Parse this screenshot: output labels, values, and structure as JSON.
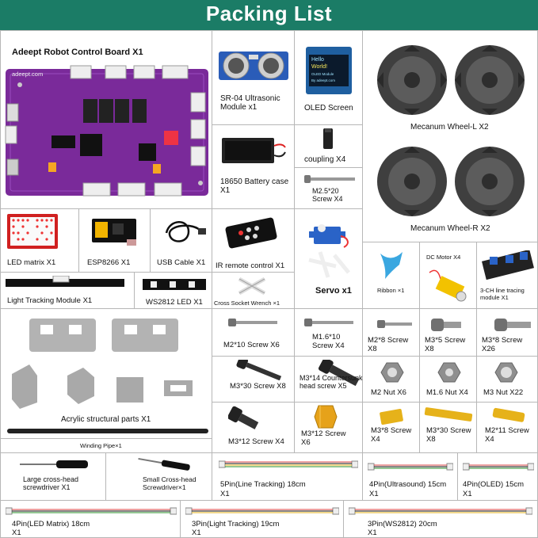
{
  "header": {
    "title": "Packing List"
  },
  "items": {
    "control_board": {
      "title": "Adeept Robot Control Board",
      "qty": "X1",
      "brand": "adeept.com"
    },
    "ultrasonic": {
      "label": "SR-04 Ultrasonic Module x1"
    },
    "oled": {
      "label": "OLED Screen",
      "screen_line1": "Hello",
      "screen_line2": "World!",
      "screen_line3": "OLED Module",
      "screen_line4": "By adeept.com"
    },
    "mecanum_l": {
      "label": "Mecanum Wheel-L  X2"
    },
    "mecanum_r": {
      "label": "Mecanum Wheel-R  X2"
    },
    "coupling": {
      "label": "coupling X4"
    },
    "battery_case": {
      "label": "18650 Battery case X1"
    },
    "m25_screw": {
      "label": "M2.5*20 Screw X4"
    },
    "led_matrix": {
      "label": "LED matrix  X1"
    },
    "esp8266": {
      "label": "ESP8266  X1"
    },
    "usb_cable": {
      "label": "USB Cable  X1"
    },
    "ir_remote": {
      "label": "IR remote control  X1"
    },
    "servo": {
      "label": "Servo x1"
    },
    "ribbon": {
      "label": "Ribbon ×1"
    },
    "dc_motor": {
      "label": "DC Motor X4"
    },
    "line_tracking": {
      "label": "3-CH line tracing module  X1"
    },
    "light_tracking": {
      "label": "Light Tracking Module  X1"
    },
    "ws2812": {
      "label": "WS2812 LED  X1"
    },
    "socket_wrench": {
      "label": "Cross Socket Wrench ×1"
    },
    "acrylic": {
      "label": "Acrylic structural parts X1"
    },
    "winding_pipe": {
      "label": "Winding Pipe×1"
    },
    "m2_10": {
      "label": "M2*10 Screw X6"
    },
    "m16_10": {
      "label": "M1.6*10 Screw X4"
    },
    "m2_8": {
      "label": "M2*8 Screw X8"
    },
    "m3_5": {
      "label": "M3*5 Screw X8"
    },
    "m3_8": {
      "label": "M3*8 Screw X26"
    },
    "m3_30": {
      "label": "M3*30 Screw X8"
    },
    "m3_14": {
      "label": "M3*14 Countersunk head screw X5"
    },
    "m2_nut": {
      "label": "M2 Nut  X6"
    },
    "m16_nut": {
      "label": "M1.6 Nut X4"
    },
    "m3_nut": {
      "label": "M3 Nut  X22"
    },
    "m3_12": {
      "label": "M3*12 Screw X4"
    },
    "m3_12_standoff": {
      "label": "M3*12 Screw X6"
    },
    "m3_8_standoff": {
      "label": "M3*8 Screw X4"
    },
    "m3_30_standoff": {
      "label": "M3*30 Screw X8"
    },
    "m2_11_standoff": {
      "label": "M2*11 Screw X4"
    },
    "large_screwdriver": {
      "label": "Large cross-head screwdriver X1"
    },
    "small_screwdriver": {
      "label": "Small Cross-head Screwdriver×1"
    },
    "cable_5pin": {
      "label": "5Pin(Line Tracking) 18cm",
      "qty": "X1"
    },
    "cable_4pin_us": {
      "label": "4Pin(Ultrasound) 15cm",
      "qty": "X1"
    },
    "cable_4pin_oled": {
      "label": "4Pin(OLED) 15cm",
      "qty": "X1"
    },
    "cable_4pin_led": {
      "label": "4Pin(LED Matrix) 18cm",
      "qty": "X1"
    },
    "cable_3pin_light": {
      "label": "3Pin(Light Tracking) 19cm",
      "qty": "X1"
    },
    "cable_3pin_ws": {
      "label": "3Pin(WS2812) 20cm",
      "qty": "X1"
    }
  },
  "colors": {
    "header": "#1b7c66",
    "board": "#7a2a9a",
    "brass": "#e6b21a",
    "metal": "#8a8a8a",
    "acrylic": "#b3b3b3"
  }
}
